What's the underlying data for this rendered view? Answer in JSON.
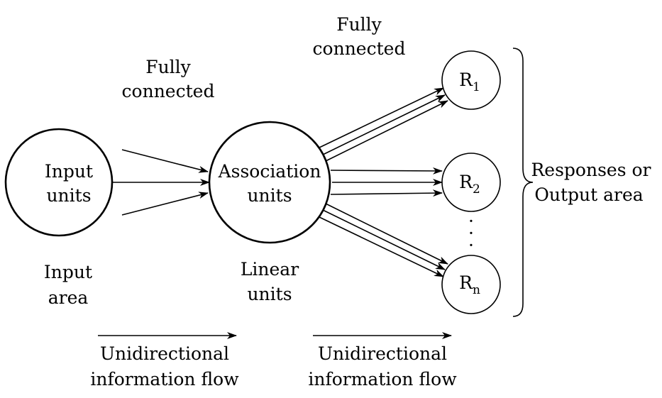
{
  "nodes": {
    "input": {
      "line1": "Input",
      "line2": "units"
    },
    "association": {
      "line1": "Association",
      "line2": "units"
    },
    "responses": [
      {
        "letter": "R",
        "subscript": "1"
      },
      {
        "letter": "R",
        "subscript": "2"
      },
      {
        "letter": "R",
        "subscript": "n"
      }
    ]
  },
  "labels": {
    "fully_connected_left": {
      "line1": "Fully",
      "line2": "connected"
    },
    "fully_connected_right": {
      "line1": "Fully",
      "line2": "connected"
    },
    "input_area": {
      "line1": "Input",
      "line2": "area"
    },
    "linear_units": {
      "line1": "Linear",
      "line2": "units"
    },
    "output_area": {
      "line1": "Responses or",
      "line2": "Output area"
    },
    "flow_left": {
      "line1": "Unidirectional",
      "line2": "information flow"
    },
    "flow_right": {
      "line1": "Unidirectional",
      "line2": "information flow"
    },
    "ellipsis_dots": [
      "·",
      "·",
      "·"
    ]
  },
  "colors": {
    "stroke": "#000000",
    "background": "#ffffff"
  }
}
